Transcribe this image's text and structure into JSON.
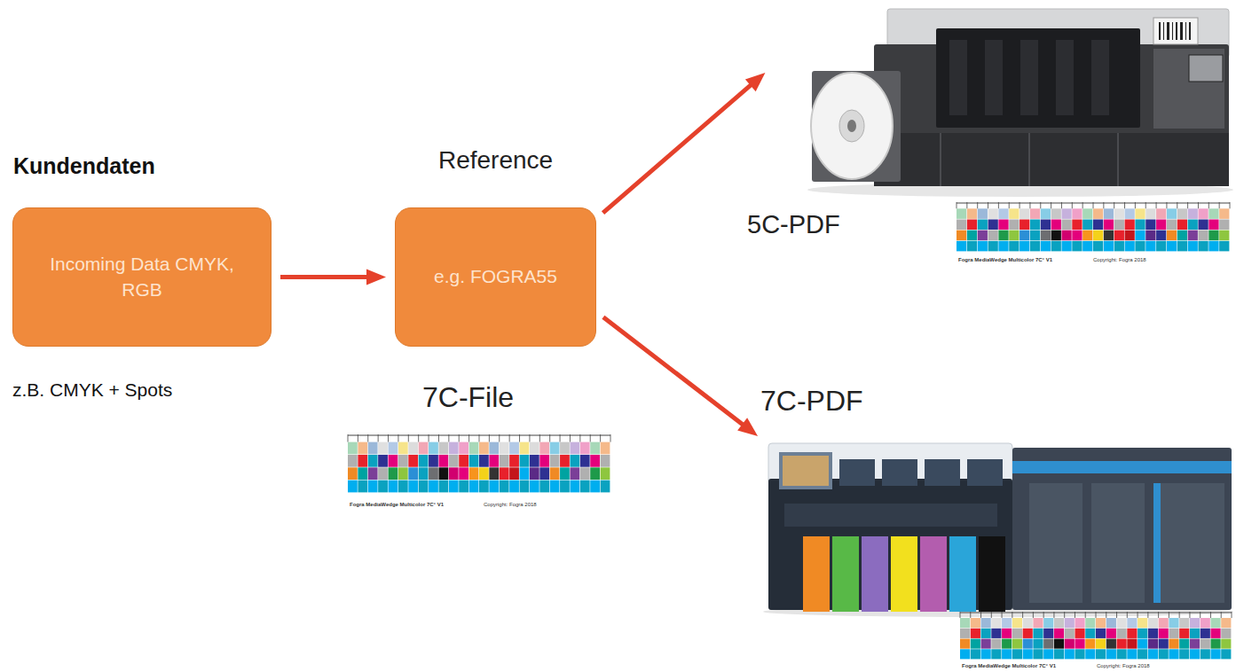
{
  "diagram": {
    "nodes": [
      {
        "text": [
          "Kundendaten",
          "Incoming Data CMYK, RGB"
        ]
      },
      {
        "text": [
          "Reference",
          "e.g. FOGRA55"
        ]
      },
      {
        "text": [
          "5C-PDF"
        ]
      },
      {
        "text": [
          "7C-PDF"
        ]
      }
    ],
    "edges": [
      {
        "from": 0,
        "to": 1,
        "arrow": "to"
      },
      {
        "from": 1,
        "to": 2,
        "arrow": "to"
      },
      {
        "from": 1,
        "to": 3,
        "arrow": "to"
      }
    ],
    "labels": [
      "z.B. CMYK + Spots",
      "7C-File",
      "Fogra MediaWedge Multicolor 7C° V1",
      "Copyright: Fogra 2018",
      "Fogra MediaWedge Multicolor 7C° V1",
      "Copyright: Fogra 2018",
      "Fogra MediaWedge Multicolor 7C° V1",
      "Copyright: Fogra 2018"
    ]
  }
}
